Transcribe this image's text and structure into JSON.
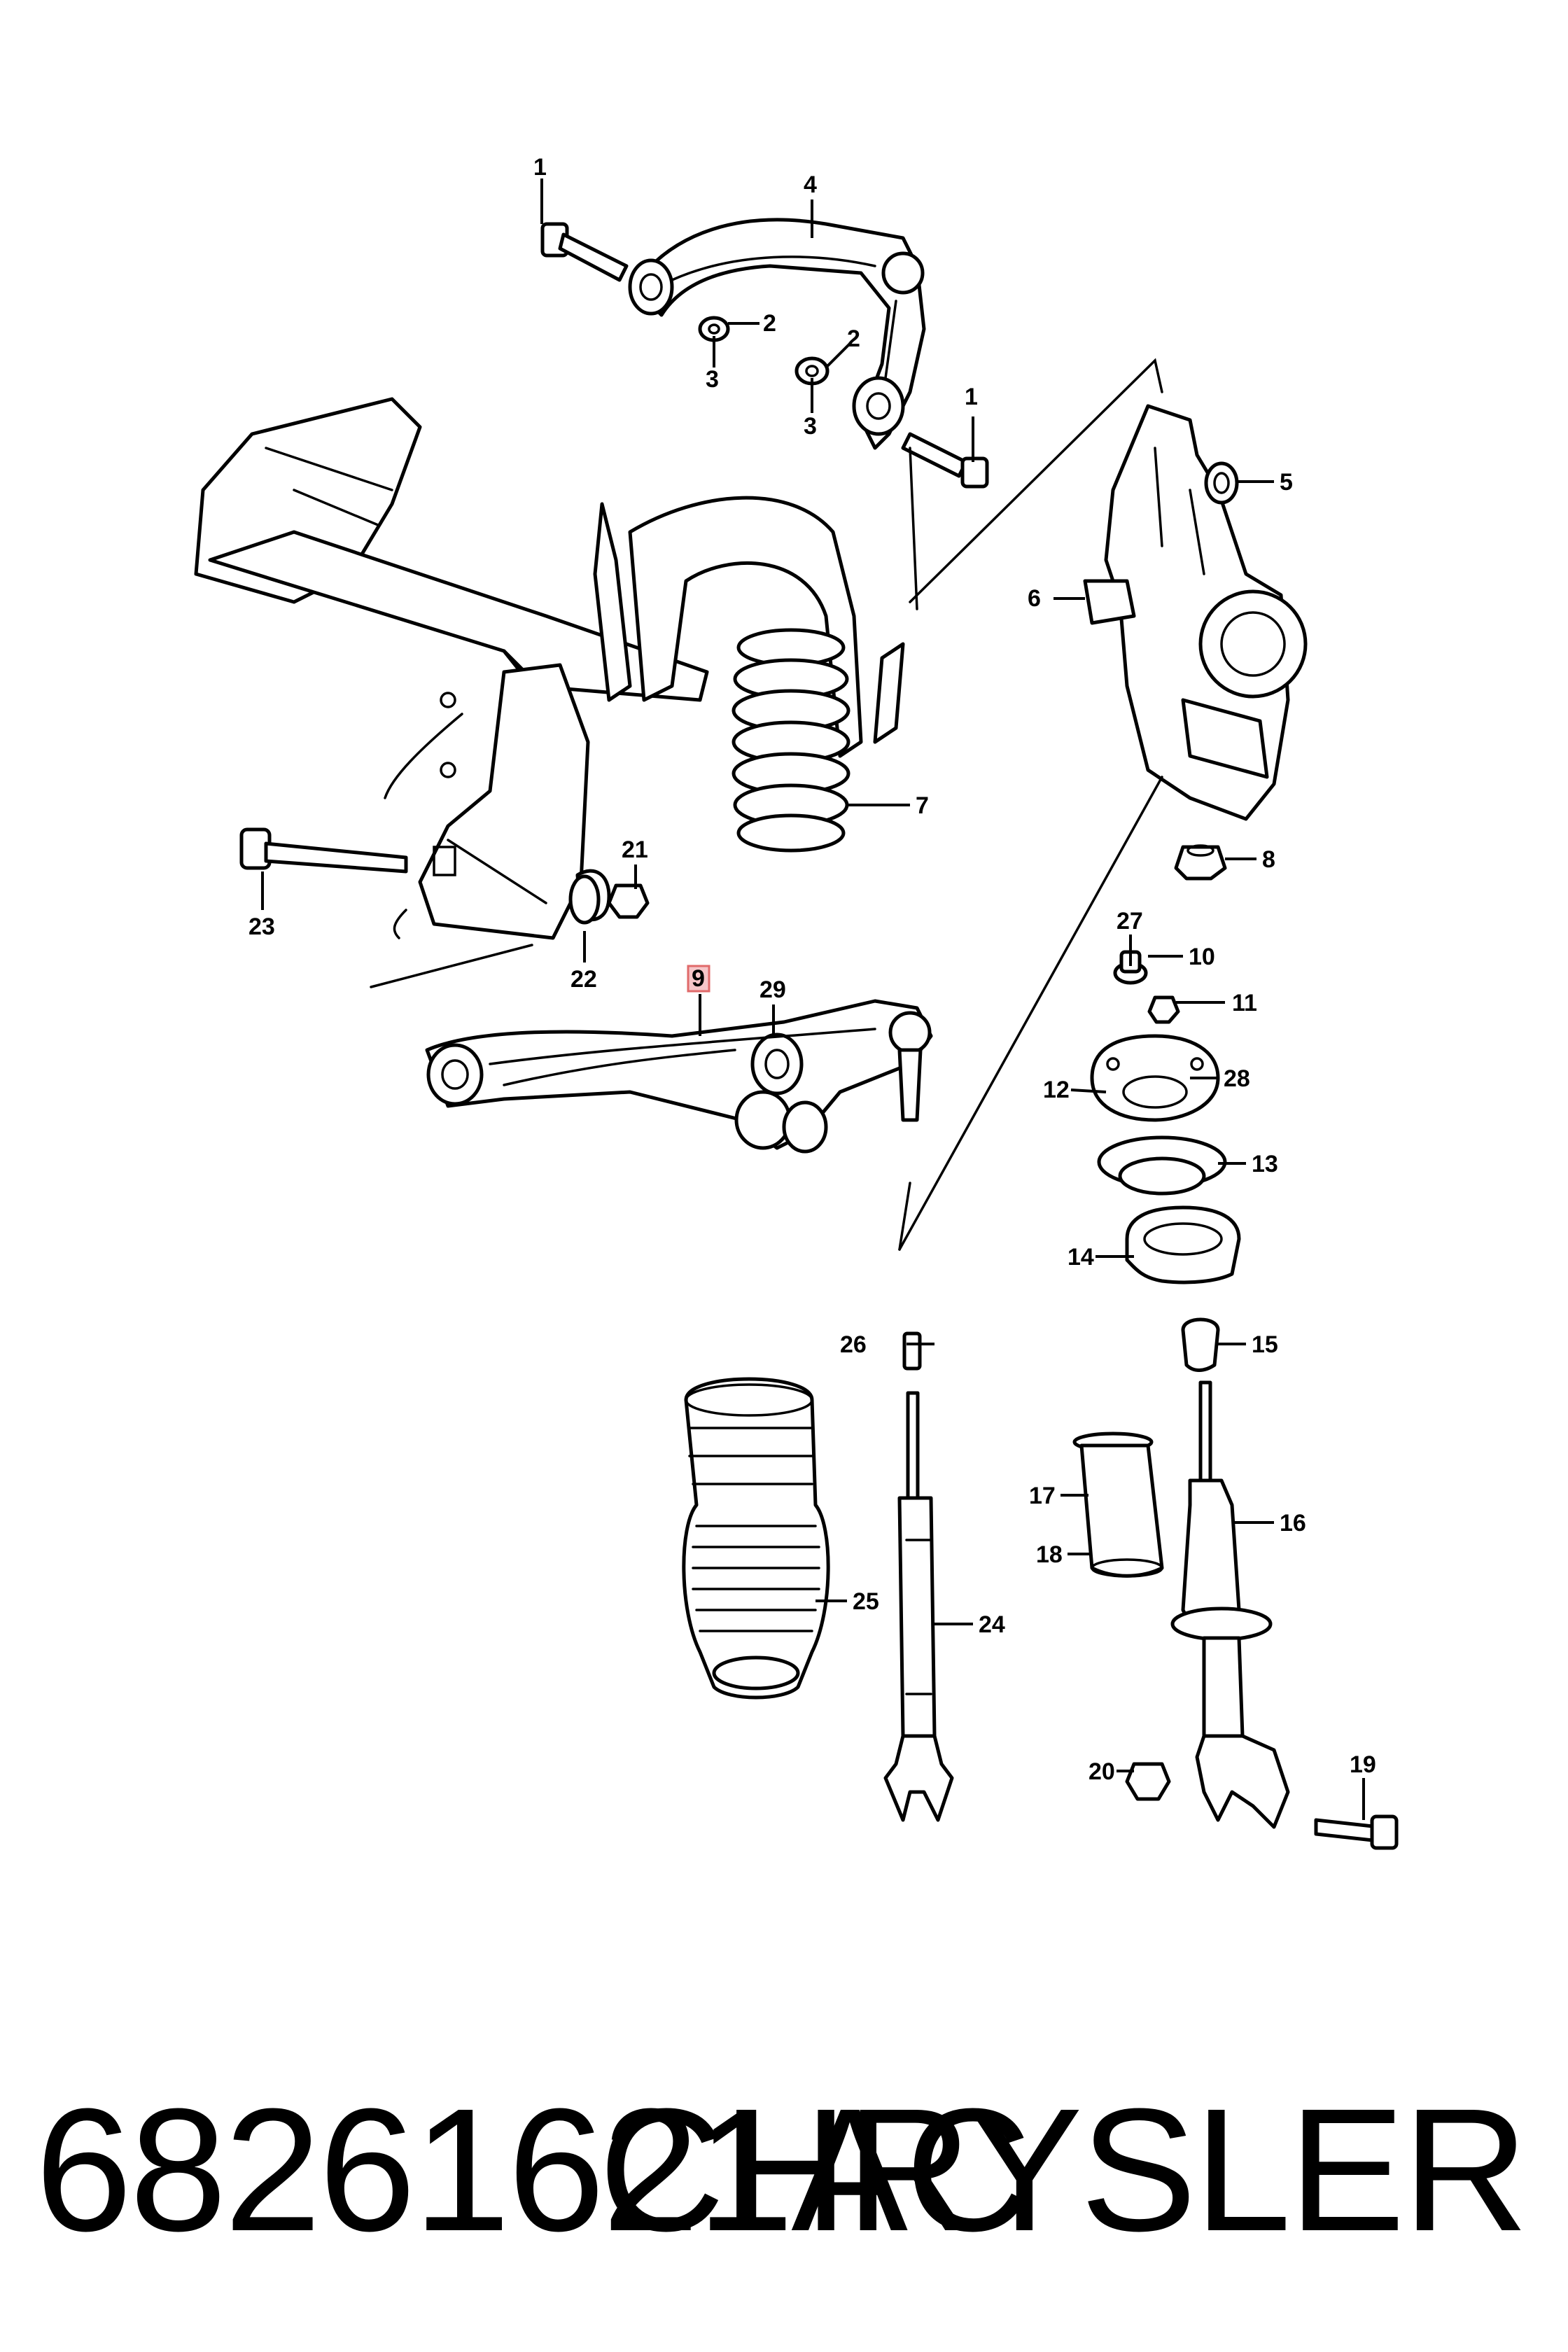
{
  "diagram": {
    "callouts": {
      "c1a": "1",
      "c1b": "1",
      "c2a": "2",
      "c2b": "2",
      "c3a": "3",
      "c3b": "3",
      "c4": "4",
      "c5": "5",
      "c6": "6",
      "c7": "7",
      "c8": "8",
      "c9": "9",
      "c10": "10",
      "c11": "11",
      "c12": "12",
      "c13": "13",
      "c14": "14",
      "c15": "15",
      "c16": "16",
      "c17": "17",
      "c18": "18",
      "c19": "19",
      "c20": "20",
      "c21": "21",
      "c22": "22",
      "c23": "23",
      "c24": "24",
      "c25": "25",
      "c26": "26",
      "c27": "27",
      "c28": "28",
      "c29": "29"
    },
    "highlighted_callout": "9",
    "highlight_color": "#f6c6c9"
  },
  "footer": {
    "part_number": "68261621AC",
    "brand": "CHRYSLER"
  }
}
